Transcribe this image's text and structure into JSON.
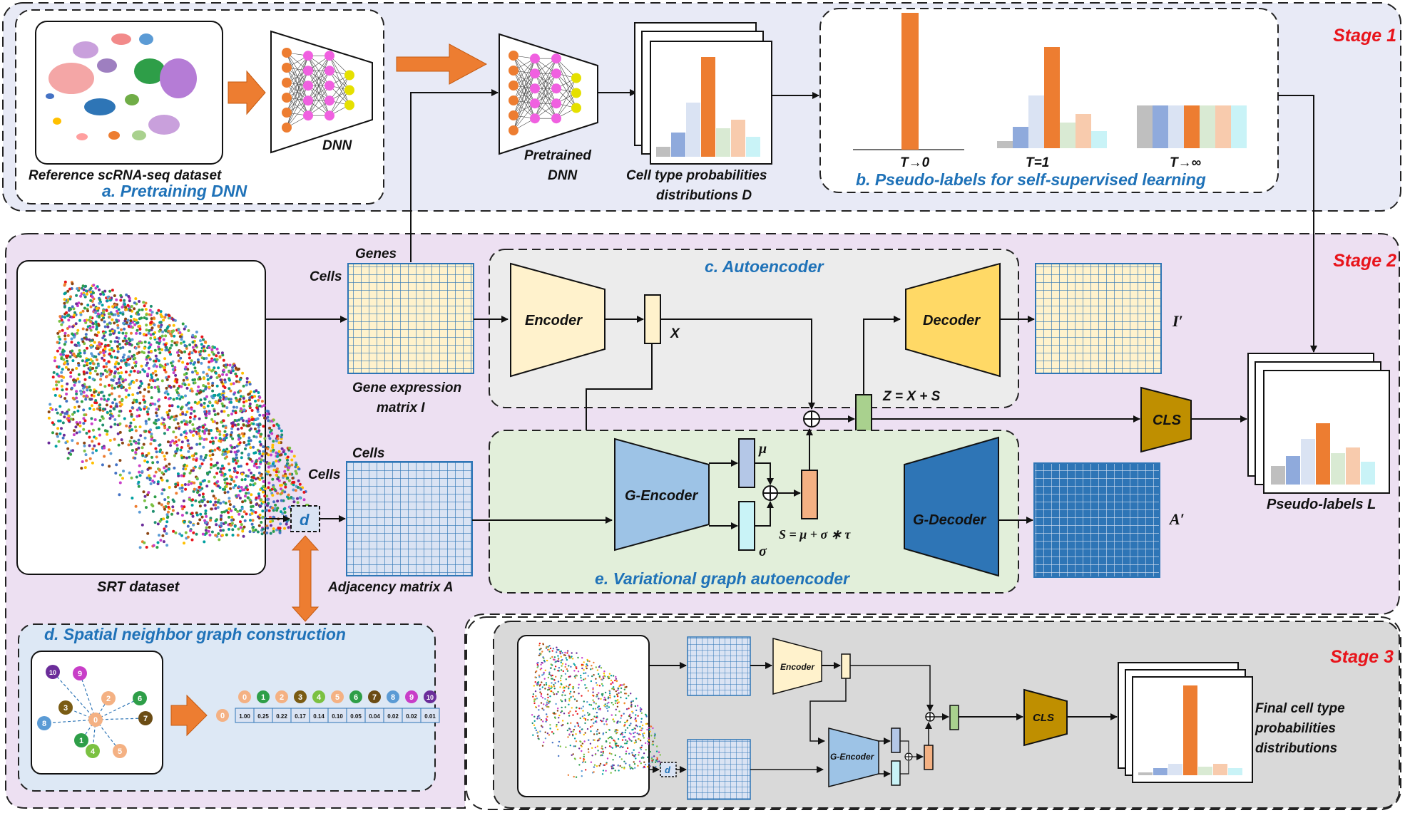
{
  "stages": {
    "stage1": "Stage 1",
    "stage2": "Stage 2",
    "stage3": "Stage 3"
  },
  "panel_a": {
    "dataset_label": "Reference scRNA-seq dataset",
    "title": "a. Pretraining DNN",
    "dnn_label": "DNN"
  },
  "pretrained": {
    "line1": "Pretrained",
    "line2": "DNN"
  },
  "prob_dist": {
    "line1": "Cell type probabilities",
    "line2": "distributions D"
  },
  "panel_b": {
    "title": "b. Pseudo-labels for self-supervised learning",
    "t0": "T→0",
    "t1": "T=1",
    "tinf": "T→∞"
  },
  "gene_matrix": {
    "genes": "Genes",
    "cells": "Cells",
    "line1": "Gene expression",
    "line2": "matrix I"
  },
  "adj_matrix": {
    "cells_top": "Cells",
    "cells_left": "Cells",
    "label": "Adjacency matrix A"
  },
  "srt": {
    "label": "SRT dataset"
  },
  "panel_c": {
    "title": "c. Autoencoder",
    "encoder": "Encoder",
    "decoder": "Decoder",
    "x": "X",
    "z_eq": "Z = X + S",
    "i_prime": "I′"
  },
  "panel_e": {
    "title": "e. Variational graph autoencoder",
    "g_encoder": "G-Encoder",
    "g_decoder": "G-Decoder",
    "mu": "μ",
    "sigma": "σ",
    "s_eq": "S = μ + σ ∗ τ",
    "a_prime": "A′"
  },
  "d_box": "d",
  "cls": "CLS",
  "pseudo_labels": "Pseudo-labels L",
  "panel_d": {
    "title": "d. Spatial neighbor graph construction",
    "nodes": [
      "0",
      "1",
      "2",
      "3",
      "4",
      "5",
      "6",
      "7",
      "8",
      "9",
      "10"
    ],
    "node_colors": [
      "#f4b183",
      "#2e9e48",
      "#f4b183",
      "#7a5c14",
      "#7bc142",
      "#f4b183",
      "#2e9e48",
      "#6b4c14",
      "#5b9bd5",
      "#c83ec8",
      "#6b2d9a"
    ],
    "row_center": "0",
    "weights": [
      "1.00",
      "0.25",
      "0.22",
      "0.17",
      "0.14",
      "0.10",
      "0.05",
      "0.04",
      "0.02",
      "0.02",
      "0.01"
    ]
  },
  "stage3": {
    "encoder": "Encoder",
    "g_encoder": "G-Encoder",
    "d": "d",
    "cls": "CLS",
    "final_line1": "Final cell type",
    "final_line2": "probabilities",
    "final_line3": "distributions"
  },
  "colors": {
    "bar_gray": "#bfbfbf",
    "bar_blue": "#8faadc",
    "bar_lightblue": "#dae3f3",
    "bar_orange": "#ed7d31",
    "bar_green": "#d9ead3",
    "bar_peach": "#f8cbad",
    "bar_cyan": "#c9f3f7"
  }
}
